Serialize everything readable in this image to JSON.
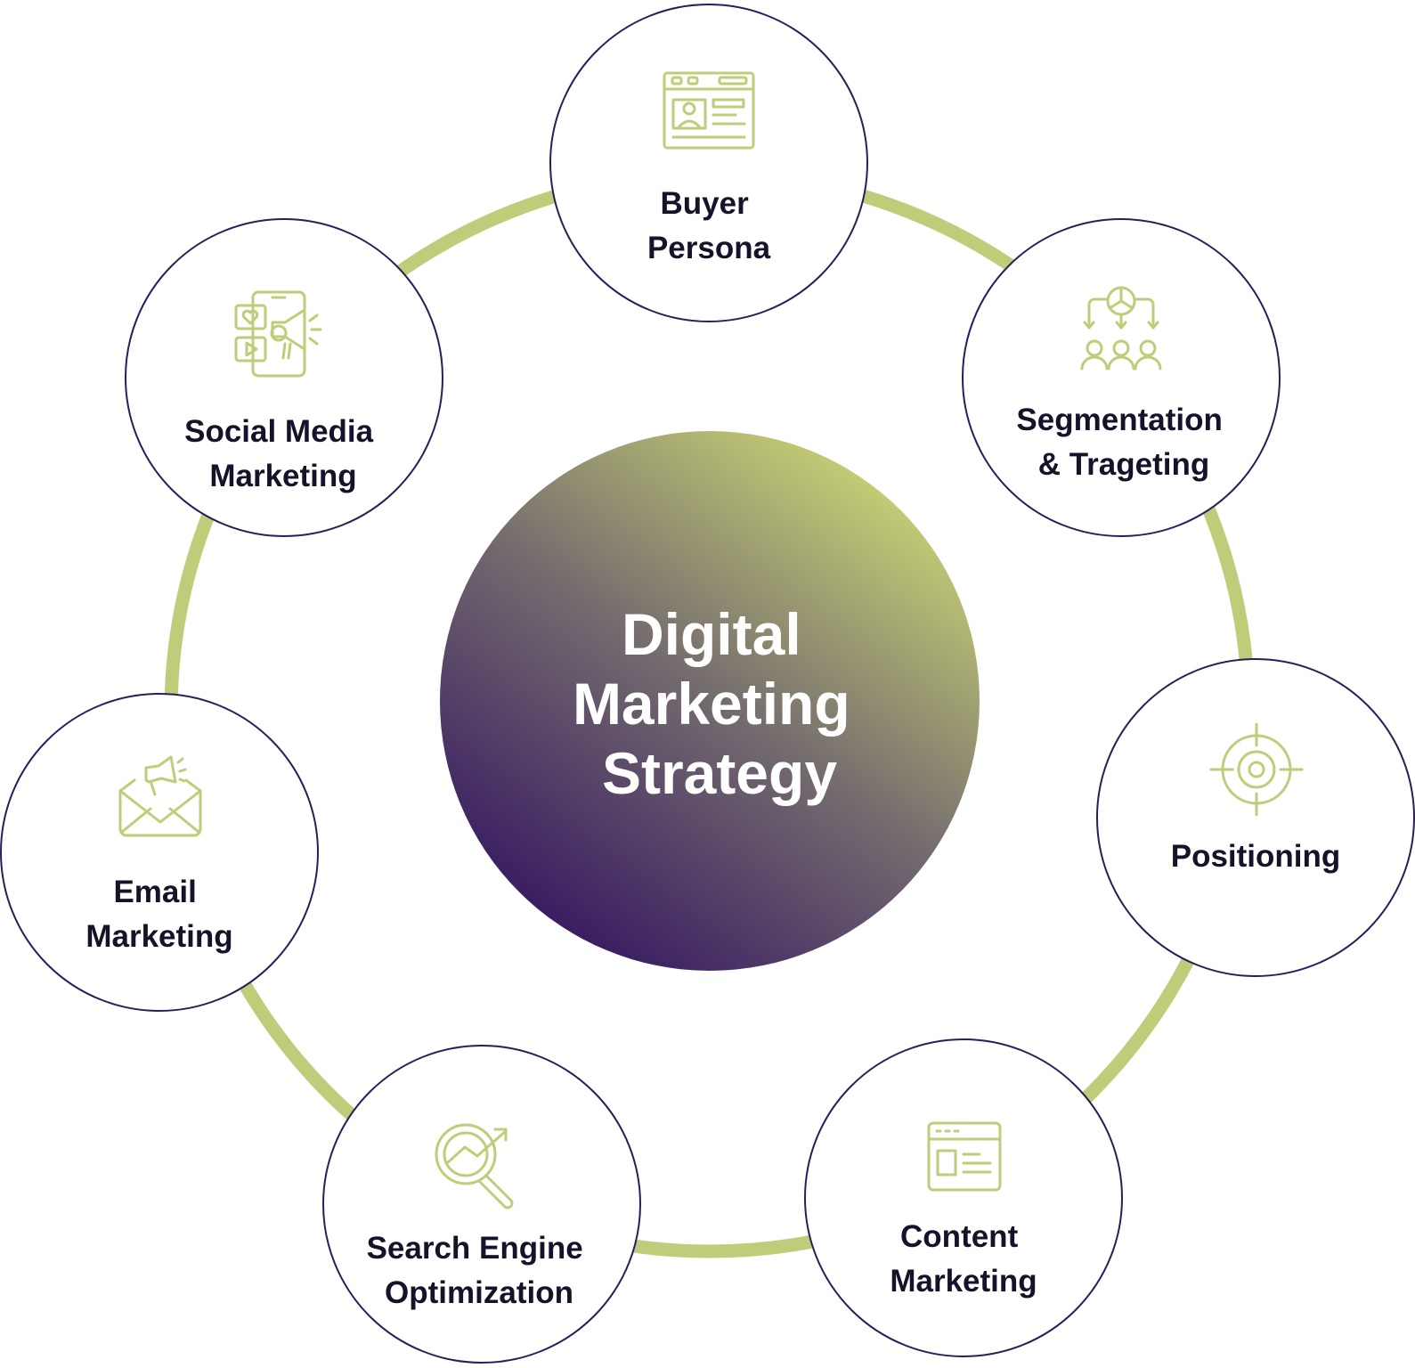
{
  "center": {
    "lines": [
      "Digital",
      "Marketing",
      "Strategy"
    ]
  },
  "colors": {
    "ring": "#c1cc7a",
    "icon": "#c1cc7a",
    "node_border": "#2b1d5a",
    "label_text": "#15122a",
    "center_gradient_start": "#c4cd74",
    "center_gradient_end": "#3a1d62"
  },
  "nodes": [
    {
      "id": "buyer-persona",
      "icon": "web-profile-page-icon",
      "lines": [
        "Buyer",
        "Persona"
      ]
    },
    {
      "id": "segmentation-targeting",
      "icon": "audience-segmentation-icon",
      "lines": [
        "Segmentation",
        "& Trageting"
      ]
    },
    {
      "id": "positioning",
      "icon": "target-crosshair-icon",
      "lines": [
        "Positioning"
      ]
    },
    {
      "id": "content-marketing",
      "icon": "content-layout-icon",
      "lines": [
        "Content",
        "Marketing"
      ]
    },
    {
      "id": "search-engine-optimization",
      "icon": "search-growth-icon",
      "lines": [
        "Search Engine",
        "Optimization"
      ]
    },
    {
      "id": "email-marketing",
      "icon": "envelope-megaphone-icon",
      "lines": [
        "Email",
        "Marketing"
      ]
    },
    {
      "id": "social-media-marketing",
      "icon": "social-media-megaphone-icon",
      "lines": [
        "Social Media",
        "Marketing"
      ]
    }
  ]
}
